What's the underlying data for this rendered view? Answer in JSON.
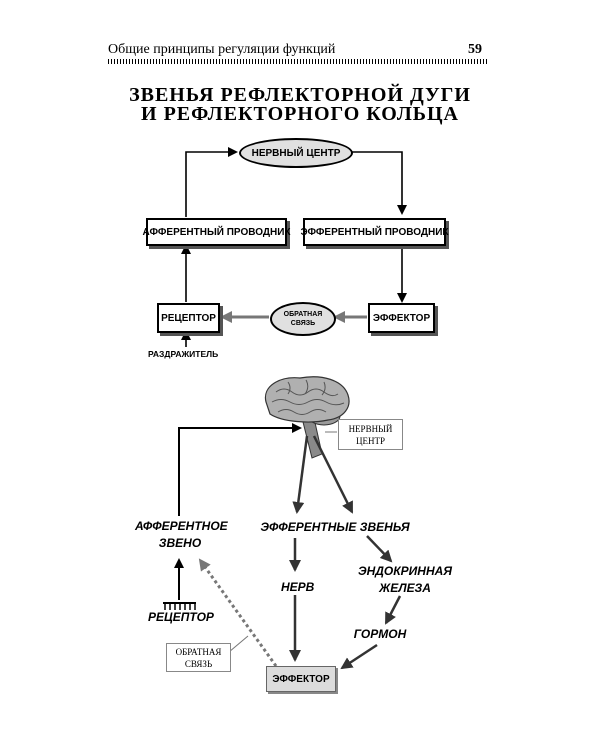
{
  "page": {
    "header_title": "Общие принципы регуляции функций",
    "page_number": "59"
  },
  "figure_title": {
    "line1": "ЗВЕНЬЯ РЕФЛЕКТОРНОЙ ДУГИ",
    "line2": "И РЕФЛЕКТОРНОГО КОЛЬЦА"
  },
  "arc_diagram": {
    "nerve_center": "НЕРВНЫЙ ЦЕНТР",
    "afferent": "АФФЕРЕНТНЫЙ ПРОВОДНИК",
    "efferent": "ЭФФЕРЕНТНЫЙ ПРОВОДНИК",
    "receptor": "РЕЦЕПТОР",
    "effector": "ЭФФЕКТОР",
    "feedback_line1": "ОБРАТНАЯ",
    "feedback_line2": "СВЯЗЬ",
    "stimulus": "РАЗДРАЖИТЕЛЬ"
  },
  "ring_diagram": {
    "nerve_center_line1": "НЕРВНЫЙ",
    "nerve_center_line2": "ЦЕНТР",
    "afferent_line1": "АФФЕРЕНТНОЕ",
    "afferent_line2": "ЗВЕНО",
    "efferent_links": "ЭФФЕРЕНТНЫЕ ЗВЕНЬЯ",
    "nerve": "НЕРВ",
    "endocrine_line1": "ЭНДОКРИННАЯ",
    "endocrine_line2": "ЖЕЛЕЗА",
    "hormone": "ГОРМОН",
    "receptor": "РЕЦЕПТОР",
    "feedback_line1": "ОБРАТНАЯ",
    "feedback_line2": "СВЯЗЬ",
    "effector": "ЭФФЕКТОР"
  }
}
